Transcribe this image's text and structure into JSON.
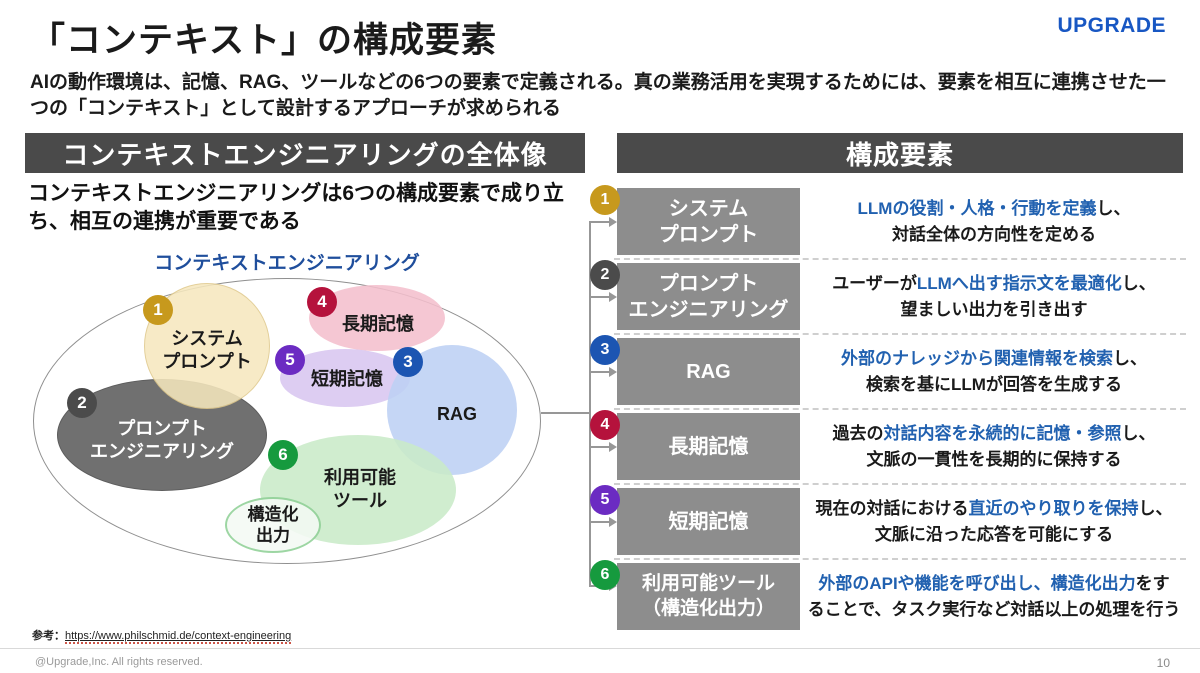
{
  "logo": {
    "text": "UPGRADE"
  },
  "header": {
    "title": "「コンテキスト」の構成要素",
    "subtitle": "AIの動作環境は、記憶、RAG、ツールなどの6つの要素で定義される。真の業務活用を実現するためには、要素を相互に連携させた一つの「コンテキスト」として設計するアプローチが求められる"
  },
  "left_panel": {
    "header": "コンテキストエンジニアリングの全体像",
    "description": "コンテキストエンジニアリングは6つの構成要素で成り立ち、相互の連携が重要である",
    "diagram": {
      "title": "コンテキストエンジニアリング",
      "bubbles": [
        {
          "id": "system-prompt",
          "label": "システム\nプロンプト",
          "fill": "#F6E8BE"
        },
        {
          "id": "prompt-engineering",
          "label": "プロンプト\nエンジニアリング",
          "fill": "#5B5B5B"
        },
        {
          "id": "rag",
          "label": "RAG",
          "fill": "#BCD0F4"
        },
        {
          "id": "long-term-memory",
          "label": "長期記憶",
          "fill": "#F3BFCD"
        },
        {
          "id": "short-term-memory",
          "label": "短期記憶",
          "fill": "#D8C6F0"
        },
        {
          "id": "available-tools",
          "label": "利用可能\nツール",
          "fill": "#C9EAC8"
        },
        {
          "id": "structured-output",
          "label": "構造化\n出力",
          "fill": "#F4FAF4"
        }
      ]
    }
  },
  "right_panel": {
    "header": "構成要素",
    "em_color": "#2161B0",
    "rows": [
      {
        "num": "1",
        "color": "#C7991D",
        "label": "システム\nプロンプト",
        "desc": [
          [
            {
              "text": "LLMの役割・人格・行動を定義",
              "em": true
            },
            {
              "text": "し、"
            }
          ],
          [
            {
              "text": "対話全体の方向性を定める"
            }
          ]
        ]
      },
      {
        "num": "2",
        "color": "#4B4B4B",
        "label": "プロンプト\nエンジニアリング",
        "desc": [
          [
            {
              "text": "ユーザーが"
            },
            {
              "text": "LLMへ出す指示文を最適化",
              "em": true
            },
            {
              "text": "し、"
            }
          ],
          [
            {
              "text": "望ましい出力を引き出す"
            }
          ]
        ]
      },
      {
        "num": "3",
        "color": "#1C55B2",
        "label": "RAG",
        "desc": [
          [
            {
              "text": "外部のナレッジから関連情報を検索",
              "em": true
            },
            {
              "text": "し、"
            }
          ],
          [
            {
              "text": "検索を基にLLMが回答を生成する"
            }
          ]
        ]
      },
      {
        "num": "4",
        "color": "#B5123C",
        "label": "長期記憶",
        "desc": [
          [
            {
              "text": "過去の"
            },
            {
              "text": "対話内容を永続的に記憶・参照",
              "em": true
            },
            {
              "text": "し、"
            }
          ],
          [
            {
              "text": "文脈の一貫性を長期的に保持する"
            }
          ]
        ]
      },
      {
        "num": "5",
        "color": "#6B2BC2",
        "label": "短期記憶",
        "desc": [
          [
            {
              "text": "現在の対話における"
            },
            {
              "text": "直近のやり取りを保持",
              "em": true
            },
            {
              "text": "し、"
            }
          ],
          [
            {
              "text": "文脈に沿った応答を可能にする"
            }
          ]
        ]
      },
      {
        "num": "6",
        "color": "#169A3E",
        "label": "利用可能ツール\n（構造化出力）",
        "desc": [
          [
            {
              "text": "外部のAPIや機能を呼び出し、構造化出力",
              "em": true
            },
            {
              "text": "をす"
            }
          ],
          [
            {
              "text": "ることで、タスク実行など対話以上の処理を行う"
            }
          ]
        ]
      }
    ]
  },
  "footer": {
    "reference_label": "参考：",
    "reference_link": "https://www.philschmid.de/context-engineering",
    "copyright": "@Upgrade,Inc. All rights reserved.",
    "page_number": "10"
  }
}
